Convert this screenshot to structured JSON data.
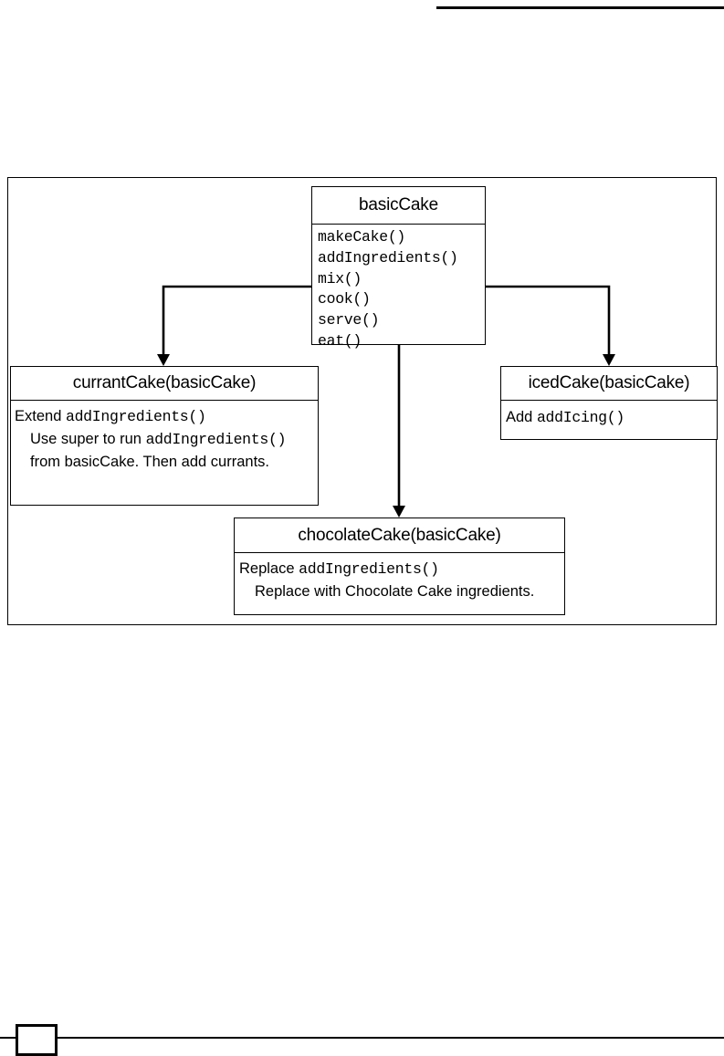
{
  "page": {
    "top_rule": "horizontal-rule",
    "bottom_rule": "horizontal-rule",
    "bottom_marker": "empty-box-marker"
  },
  "diagram": {
    "type": "class-inheritance-diagram",
    "classes": [
      {
        "id": "basicCake",
        "title": "basicCake",
        "role": "base-class",
        "members": [
          {
            "code": "makeCake()"
          },
          {
            "code": "addIngredients()"
          },
          {
            "code": "mix()"
          },
          {
            "code": "cook()"
          },
          {
            "code": "serve()"
          },
          {
            "code": "eat()"
          }
        ]
      },
      {
        "id": "currantCake",
        "title": "currantCake(basicCake)",
        "role": "derived-class",
        "lines": [
          {
            "indent": false,
            "parts": [
              {
                "text": "Extend ",
                "style": "prose"
              },
              {
                "text": "addIngredients()",
                "style": "mono"
              }
            ]
          },
          {
            "indent": true,
            "parts": [
              {
                "text": "Use super to run ",
                "style": "prose"
              },
              {
                "text": "addIngredients()",
                "style": "mono"
              }
            ]
          },
          {
            "indent": true,
            "parts": [
              {
                "text": "from basicCake.  Then add currants.",
                "style": "prose"
              }
            ]
          }
        ]
      },
      {
        "id": "icedCake",
        "title": "icedCake(basicCake)",
        "role": "derived-class",
        "lines": [
          {
            "indent": false,
            "parts": [
              {
                "text": "Add ",
                "style": "prose"
              },
              {
                "text": "addIcing()",
                "style": "mono"
              }
            ]
          }
        ]
      },
      {
        "id": "chocolateCake",
        "title": "chocolateCake(basicCake)",
        "role": "derived-class",
        "lines": [
          {
            "indent": false,
            "parts": [
              {
                "text": "Replace ",
                "style": "prose"
              },
              {
                "text": "addIngredients()",
                "style": "mono"
              }
            ]
          },
          {
            "indent": true,
            "parts": [
              {
                "text": "Replace with Chocolate Cake ingredients.",
                "style": "prose"
              }
            ]
          }
        ]
      }
    ],
    "connectors": [
      {
        "id": "basic-to-currant",
        "from": "basicCake",
        "to": "currantCake",
        "shape": "elbow-left"
      },
      {
        "id": "basic-to-iced",
        "from": "basicCake",
        "to": "icedCake",
        "shape": "elbow-right"
      },
      {
        "id": "basic-to-chocolate",
        "from": "basicCake",
        "to": "chocolateCake",
        "shape": "straight-down"
      }
    ],
    "colors": {
      "stroke": "#000000",
      "background": "#ffffff",
      "text": "#000000"
    }
  }
}
